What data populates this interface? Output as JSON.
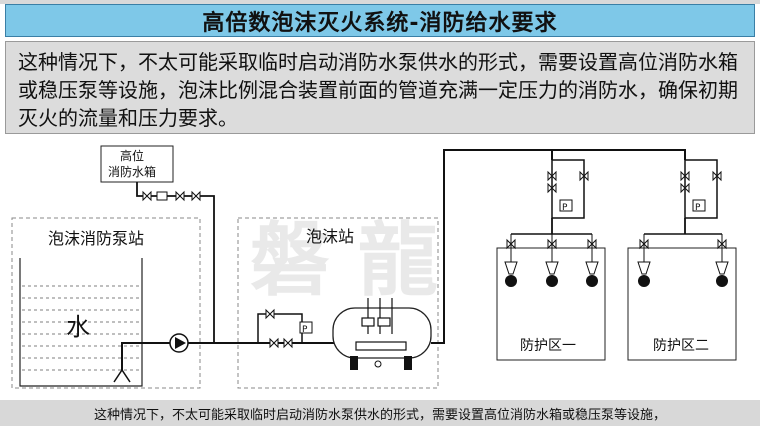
{
  "title": "高倍数泡沫灭火系统-消防给水要求",
  "description": "这种情况下，不太可能采取临时启动消防水泵供水的形式，需要设置高位消防水箱或稳压泵等设施，泡沫比例混合装置前面的管道充满一定压力的消防水，确保初期灭火的流量和压力要求。",
  "diagram": {
    "tank_label_line1": "高位",
    "tank_label_line2": "消防水箱",
    "pump_station_label": "泡沫消防泵站",
    "foam_station_label": "泡沫站",
    "water_label": "水",
    "zone1_label": "防护区一",
    "zone2_label": "防护区二",
    "pressure_gauge_label": "P",
    "watermark": "磐 龍"
  },
  "subtitle": "这种情况下，不太可能采取临时启动消防水泵供水的形式，需要设置高位消防水箱或稳压泵等设施，"
}
